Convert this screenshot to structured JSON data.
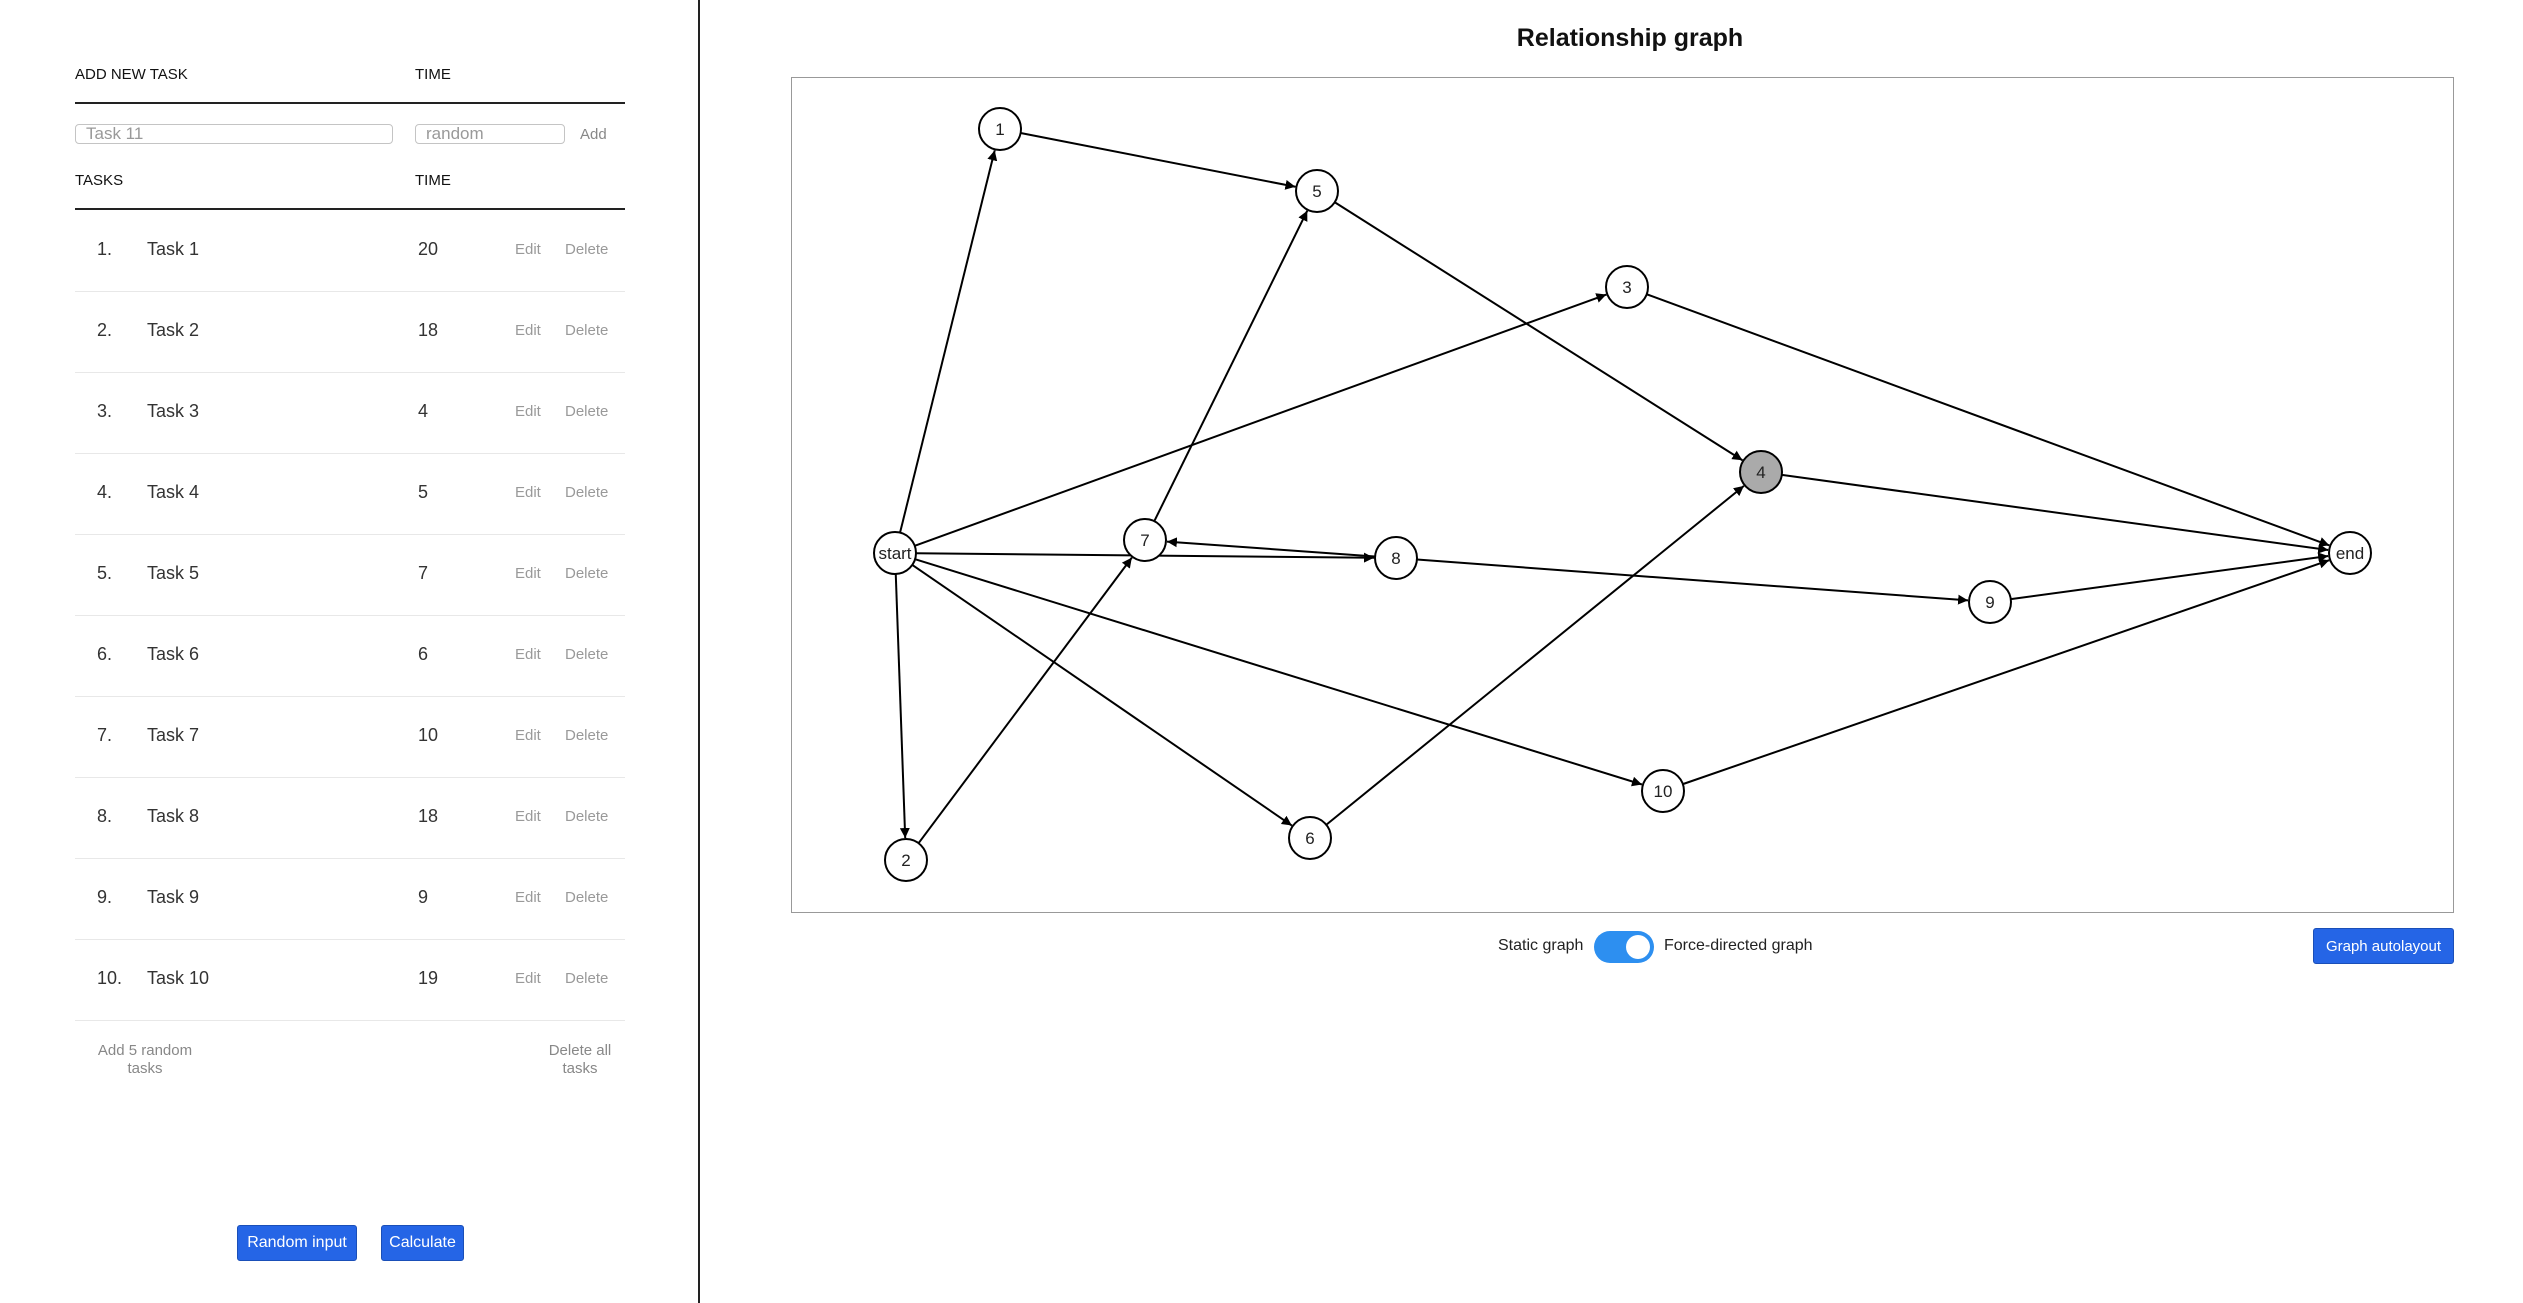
{
  "add_form": {
    "header_task": "ADD NEW TASK",
    "header_time": "TIME",
    "task_placeholder": "Task 11",
    "time_placeholder": "random",
    "add_label": "Add"
  },
  "task_table": {
    "header_tasks": "TASKS",
    "header_time": "TIME",
    "edit_label": "Edit",
    "delete_label": "Delete",
    "rows": [
      {
        "num": "1.",
        "name": "Task 1",
        "time": "20"
      },
      {
        "num": "2.",
        "name": "Task 2",
        "time": "18"
      },
      {
        "num": "3.",
        "name": "Task 3",
        "time": "4"
      },
      {
        "num": "4.",
        "name": "Task 4",
        "time": "5"
      },
      {
        "num": "5.",
        "name": "Task 5",
        "time": "7"
      },
      {
        "num": "6.",
        "name": "Task 6",
        "time": "6"
      },
      {
        "num": "7.",
        "name": "Task 7",
        "time": "10"
      },
      {
        "num": "8.",
        "name": "Task 8",
        "time": "18"
      },
      {
        "num": "9.",
        "name": "Task 9",
        "time": "9"
      },
      {
        "num": "10.",
        "name": "Task 10",
        "time": "19"
      }
    ],
    "add_random_line1": "Add 5 random",
    "add_random_line2": "tasks",
    "delete_all_line1": "Delete all",
    "delete_all_line2": "tasks"
  },
  "actions": {
    "random_input": "Random input",
    "calculate": "Calculate"
  },
  "graph": {
    "title": "Relationship graph",
    "highlighted_node": "4",
    "highlight_color": "#aaaaaa",
    "nodes": [
      "start",
      "1",
      "2",
      "3",
      "4",
      "5",
      "6",
      "7",
      "8",
      "9",
      "10",
      "end"
    ],
    "edges": [
      [
        "start",
        "1"
      ],
      [
        "start",
        "2"
      ],
      [
        "start",
        "3"
      ],
      [
        "start",
        "6"
      ],
      [
        "start",
        "8"
      ],
      [
        "start",
        "10"
      ],
      [
        "1",
        "5"
      ],
      [
        "2",
        "7"
      ],
      [
        "7",
        "5"
      ],
      [
        "8",
        "7"
      ],
      [
        "5",
        "4"
      ],
      [
        "6",
        "4"
      ],
      [
        "8",
        "9"
      ],
      [
        "3",
        "end"
      ],
      [
        "4",
        "end"
      ],
      [
        "9",
        "end"
      ],
      [
        "10",
        "end"
      ]
    ]
  },
  "controls": {
    "static_label": "Static graph",
    "force_label": "Force-directed graph",
    "toggle_on": true,
    "toggle_color": "#2d8ff0",
    "autolayout": "Graph autolayout"
  }
}
